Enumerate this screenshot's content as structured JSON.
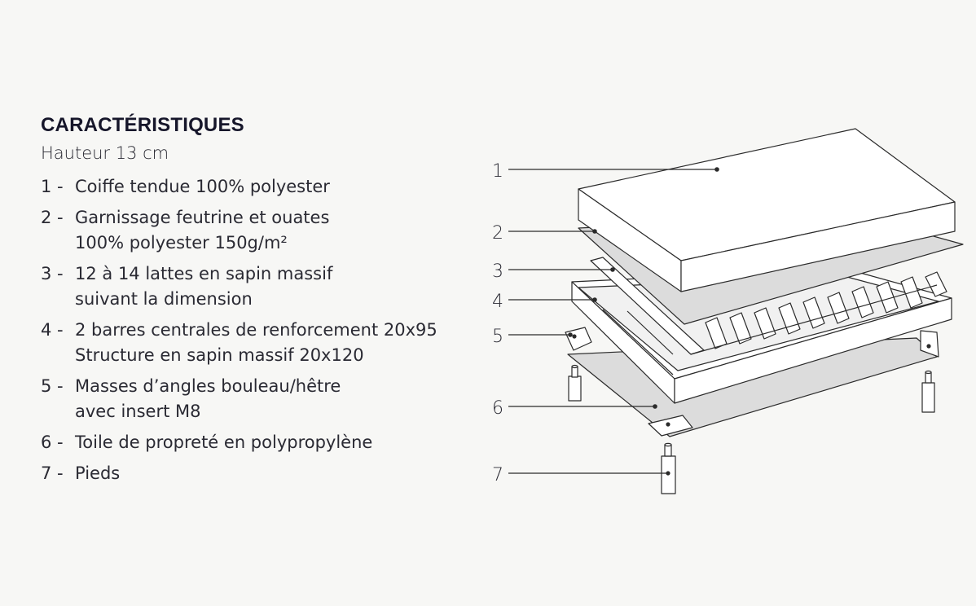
{
  "title": "CARACTÉRISTIQUES",
  "height_text": "Hauteur 13 cm",
  "items": [
    {
      "num": "1 -",
      "lines": [
        "Coiffe tendue 100% polyester"
      ]
    },
    {
      "num": "2 -",
      "lines": [
        "Garnissage feutrine et ouates",
        "100% polyester 150g/m²"
      ]
    },
    {
      "num": "3 -",
      "lines": [
        "12 à 14 lattes en sapin massif",
        "suivant la dimension"
      ]
    },
    {
      "num": "4 -",
      "lines": [
        "2 barres centrales de renforcement 20x95",
        "Structure en sapin massif 20x120"
      ]
    },
    {
      "num": "5 -",
      "lines": [
        "Masses d’angles bouleau/hêtre",
        "avec insert M8"
      ]
    },
    {
      "num": "6 -",
      "lines": [
        "Toile de propreté en polypropylène"
      ]
    },
    {
      "num": "7 -",
      "lines": [
        "Pieds"
      ]
    }
  ],
  "diagram": {
    "callouts": [
      "1",
      "2",
      "3",
      "4",
      "5",
      "6",
      "7"
    ]
  },
  "colors": {
    "background": "#f7f7f5",
    "text": "#2a2a33",
    "title": "#16162a",
    "line": "#2b2b2b",
    "fill_light": "#ffffff",
    "fill_gray": "#dcdcdc"
  }
}
